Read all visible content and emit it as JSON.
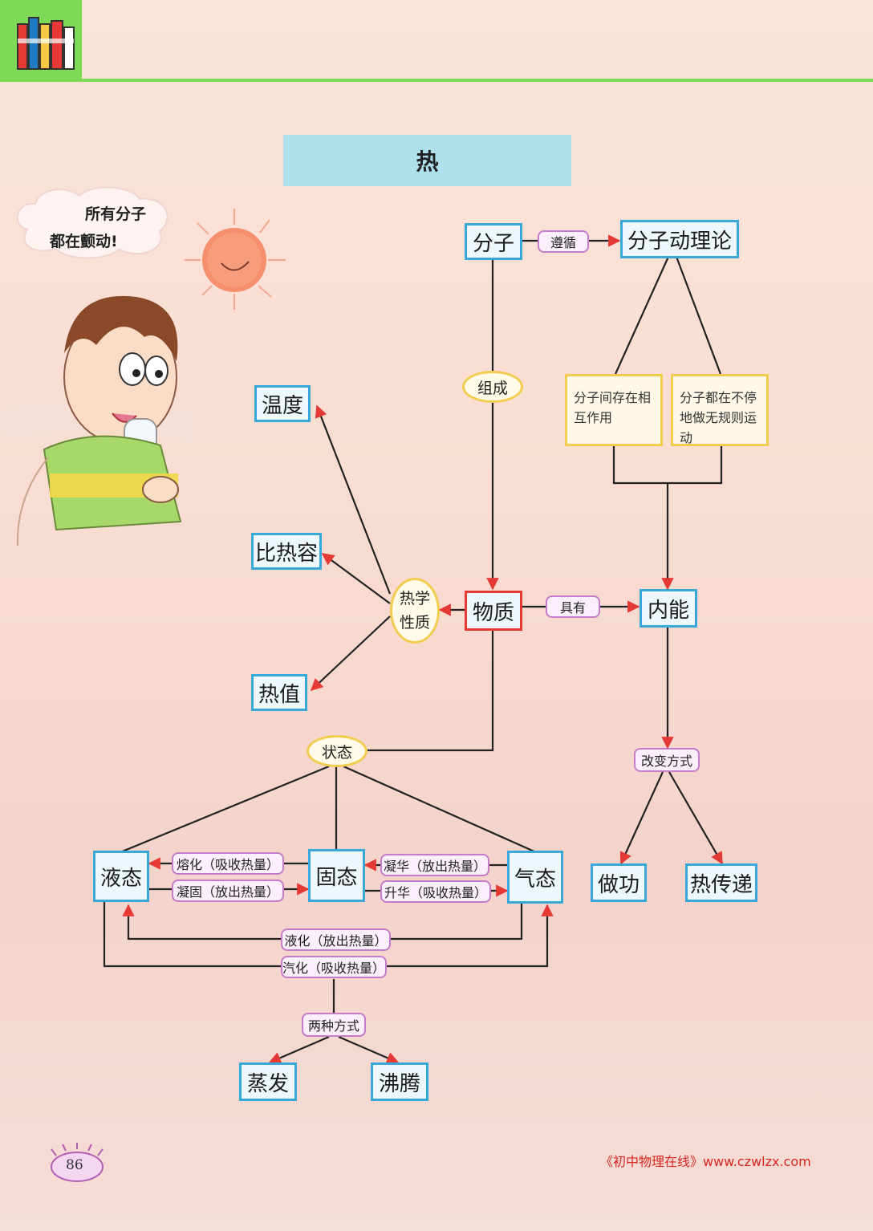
{
  "title": "热",
  "bubble": {
    "line1": "所有分子",
    "line2": "都在颤动!"
  },
  "nodes": {
    "molecule": "分子",
    "kinetic_theory": "分子动理论",
    "interaction": "分子间存在相互作用",
    "random_motion": "分子都在不停地做无规则运动",
    "temperature": "温度",
    "specific_heat": "比热容",
    "heat_value": "热值",
    "thermal_line1": "热学",
    "thermal_line2": "性质",
    "matter": "物质",
    "internal_energy": "内能",
    "state": "状态",
    "liquid": "液态",
    "solid": "固态",
    "gas": "气态",
    "work": "做功",
    "heat_transfer": "热传递",
    "evaporation": "蒸发",
    "boiling": "沸腾"
  },
  "links": {
    "follow": "遵循",
    "compose": "组成",
    "have": "具有",
    "change_ways": "改变方式",
    "melting": "熔化（吸收热量）",
    "freezing": "凝固（放出热量）",
    "desublimation": "凝华（放出热量）",
    "sublimation": "升华（吸收热量）",
    "liquefaction": "液化（放出热量）",
    "vaporization": "汽化（吸收热量）",
    "two_ways": "两种方式"
  },
  "footer": {
    "page": "86",
    "source": "《初中物理在线》www.czwlzx.com"
  },
  "colors": {
    "box_border": "#3aa7d9",
    "matter_border": "#e53935",
    "arrow": "#e53935",
    "pill_border": "#c47bc9",
    "oval_border": "#f2cc4e"
  }
}
